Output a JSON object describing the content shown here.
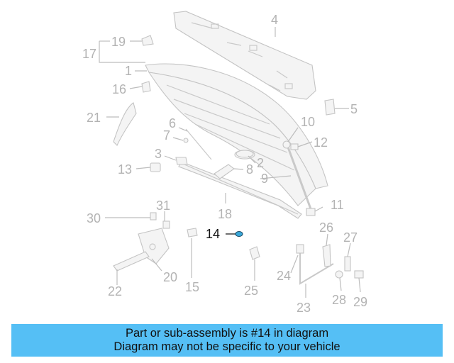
{
  "diagram": {
    "callouts": [
      "1",
      "2",
      "3",
      "4",
      "5",
      "6",
      "7",
      "8",
      "9",
      "10",
      "11",
      "12",
      "13",
      "14",
      "15",
      "16",
      "17",
      "18",
      "19",
      "20",
      "21",
      "22",
      "23",
      "24",
      "25",
      "26",
      "27",
      "28",
      "29",
      "30",
      "31"
    ],
    "highlighted_part": "14",
    "highlight_color": "#111111",
    "muted_color": "#b3b3b3",
    "part_accent_color": "#3aa7d8"
  },
  "banner": {
    "line1": "Part or sub-assembly is #14 in diagram",
    "line2": "Diagram may not be specific to your vehicle",
    "background": "#55bff5"
  }
}
